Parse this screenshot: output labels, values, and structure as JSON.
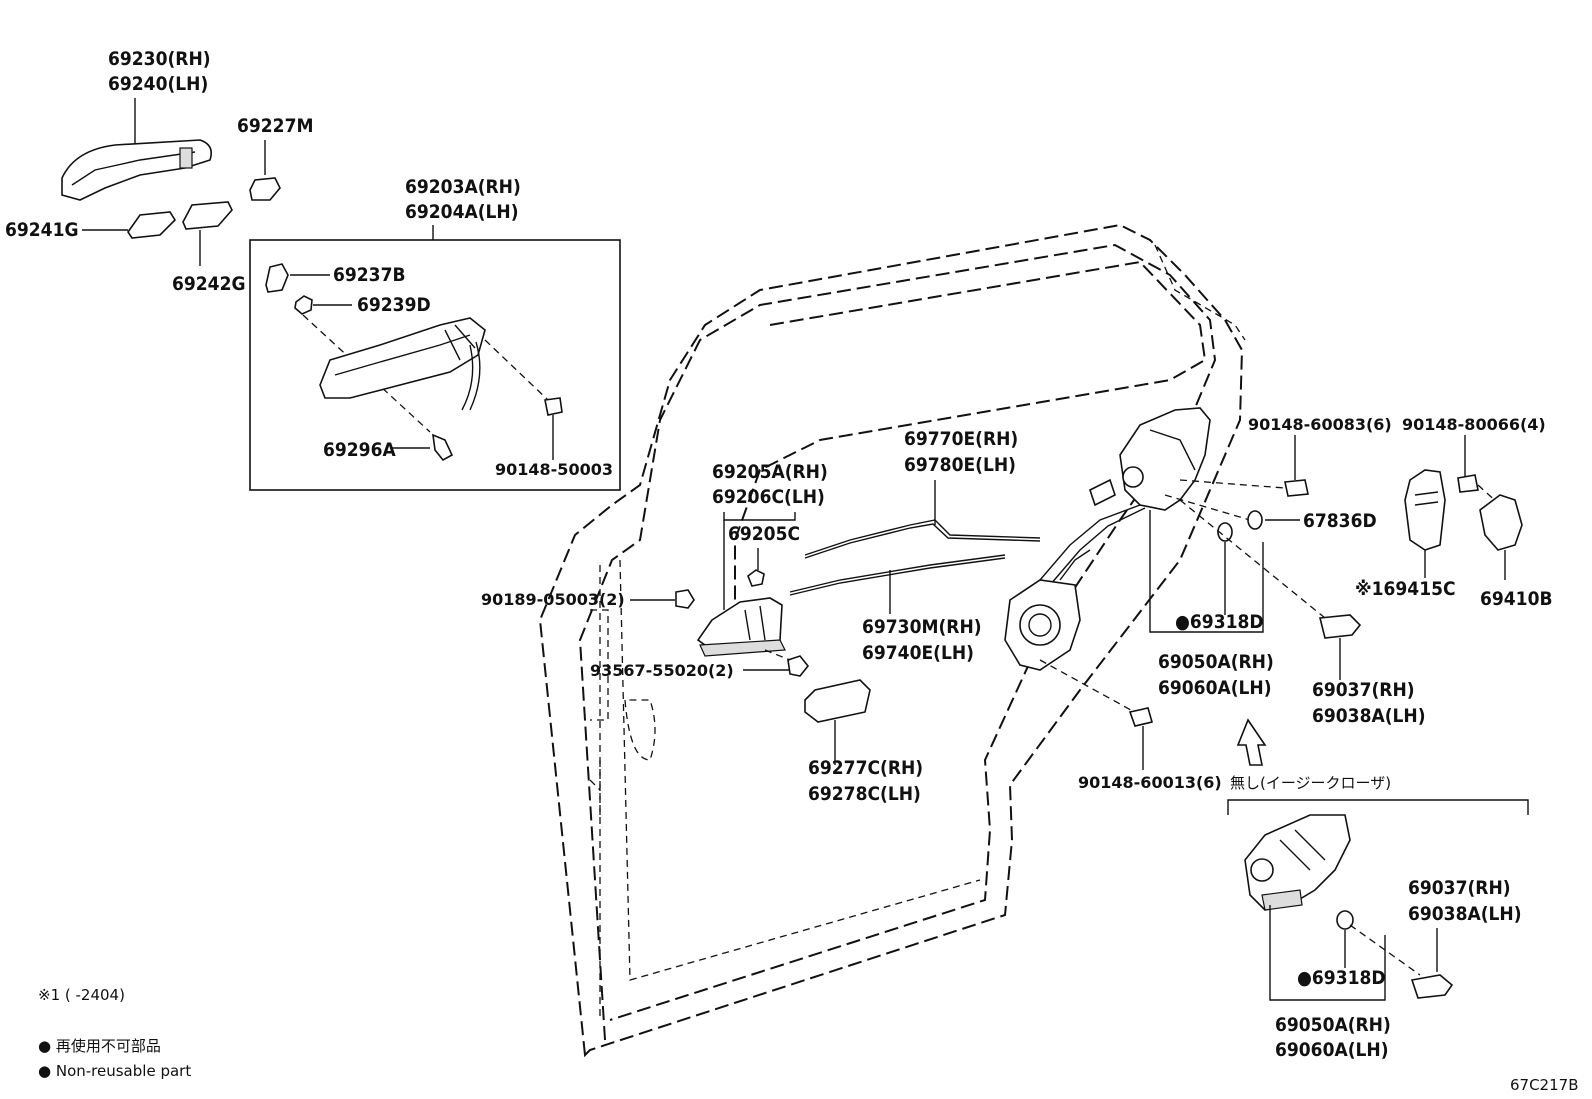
{
  "labels": {
    "p69230": "69230(RH)",
    "p69240": "69240(LH)",
    "p69227m": "69227M",
    "p69241g": "69241G",
    "p69242g": "69242G",
    "p69203a": "69203A(RH)",
    "p69204a": "69204A(LH)",
    "p69237b": "69237B",
    "p69239d": "69239D",
    "p69296a": "69296A",
    "p90148_50003": "90148-50003",
    "p69770e": "69770E(RH)",
    "p69780e": "69780E(LH)",
    "p69205a": "69205A(RH)",
    "p69206c": "69206C(LH)",
    "p69205c": "69205C",
    "p90189": "90189-05003(2)",
    "p93567": "93567-55020(2)",
    "p69730m": "69730M(RH)",
    "p69740e": "69740E(LH)",
    "p69277c": "69277C(RH)",
    "p69278c": "69278C(LH)",
    "p90148_60083": "90148-60083(6)",
    "p90148_80066": "90148-80066(4)",
    "p67836d": "67836D",
    "p69415c": "※169415C",
    "p69410b": "69410B",
    "p69318d_1": "●69318D",
    "p69050a_1": "69050A(RH)",
    "p69060a_1": "69060A(LH)",
    "p69037_1": "69037(RH)",
    "p69038a_1": "69038A(LH)",
    "p90148_60013": "90148-60013(6)",
    "easy_closer": "無し(イージークローザ)",
    "p69037_2": "69037(RH)",
    "p69038a_2": "69038A(LH)",
    "p69318d_2": "●69318D",
    "p69050a_2": "69050A(RH)",
    "p69060a_2": "69060A(LH)"
  },
  "notes": {
    "footnote1": "※1 (      -2404)",
    "legend_jp": "● 再使用不可部品",
    "legend_en": "● Non-reusable part",
    "diagram_code": "67C217B"
  }
}
